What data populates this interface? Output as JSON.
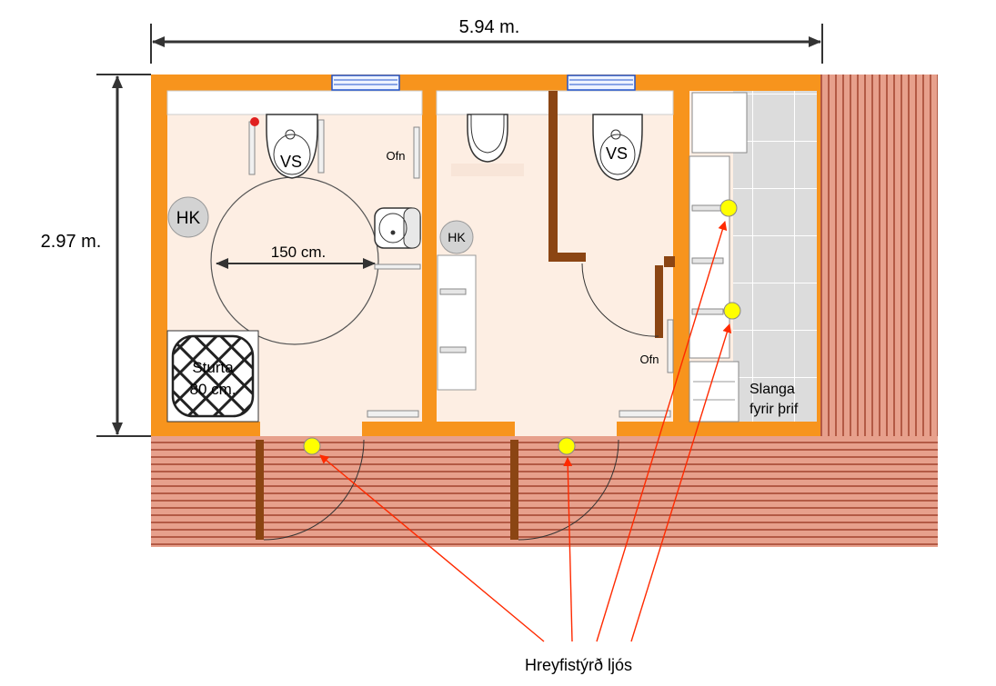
{
  "dimensions": {
    "width": "5.94 m.",
    "height": "2.97 m.",
    "turning_circle": "150 cm."
  },
  "labels": {
    "vs": "VS",
    "hk": "HK",
    "ofn": "Ofn",
    "shower_line1": "Sturta",
    "shower_line2": "80 cm.",
    "hose_line1": "Slanga",
    "hose_line2": "fyrir þrif",
    "motion_lights": "Hreyfistýrð ljós"
  },
  "colors": {
    "wall": "#f7941d",
    "door": "#8b4513",
    "floor": "#fdeee3",
    "deck": "#e0907a",
    "tile": "#d9d9d9",
    "light": "#ffff00",
    "arrow": "#ff2a00",
    "window": "#2255cc"
  },
  "icons": {
    "toilet": "toilet-icon",
    "sink": "sink-icon",
    "motion_light": "motion-light-icon",
    "waste_bin": "hk-bin-icon"
  }
}
